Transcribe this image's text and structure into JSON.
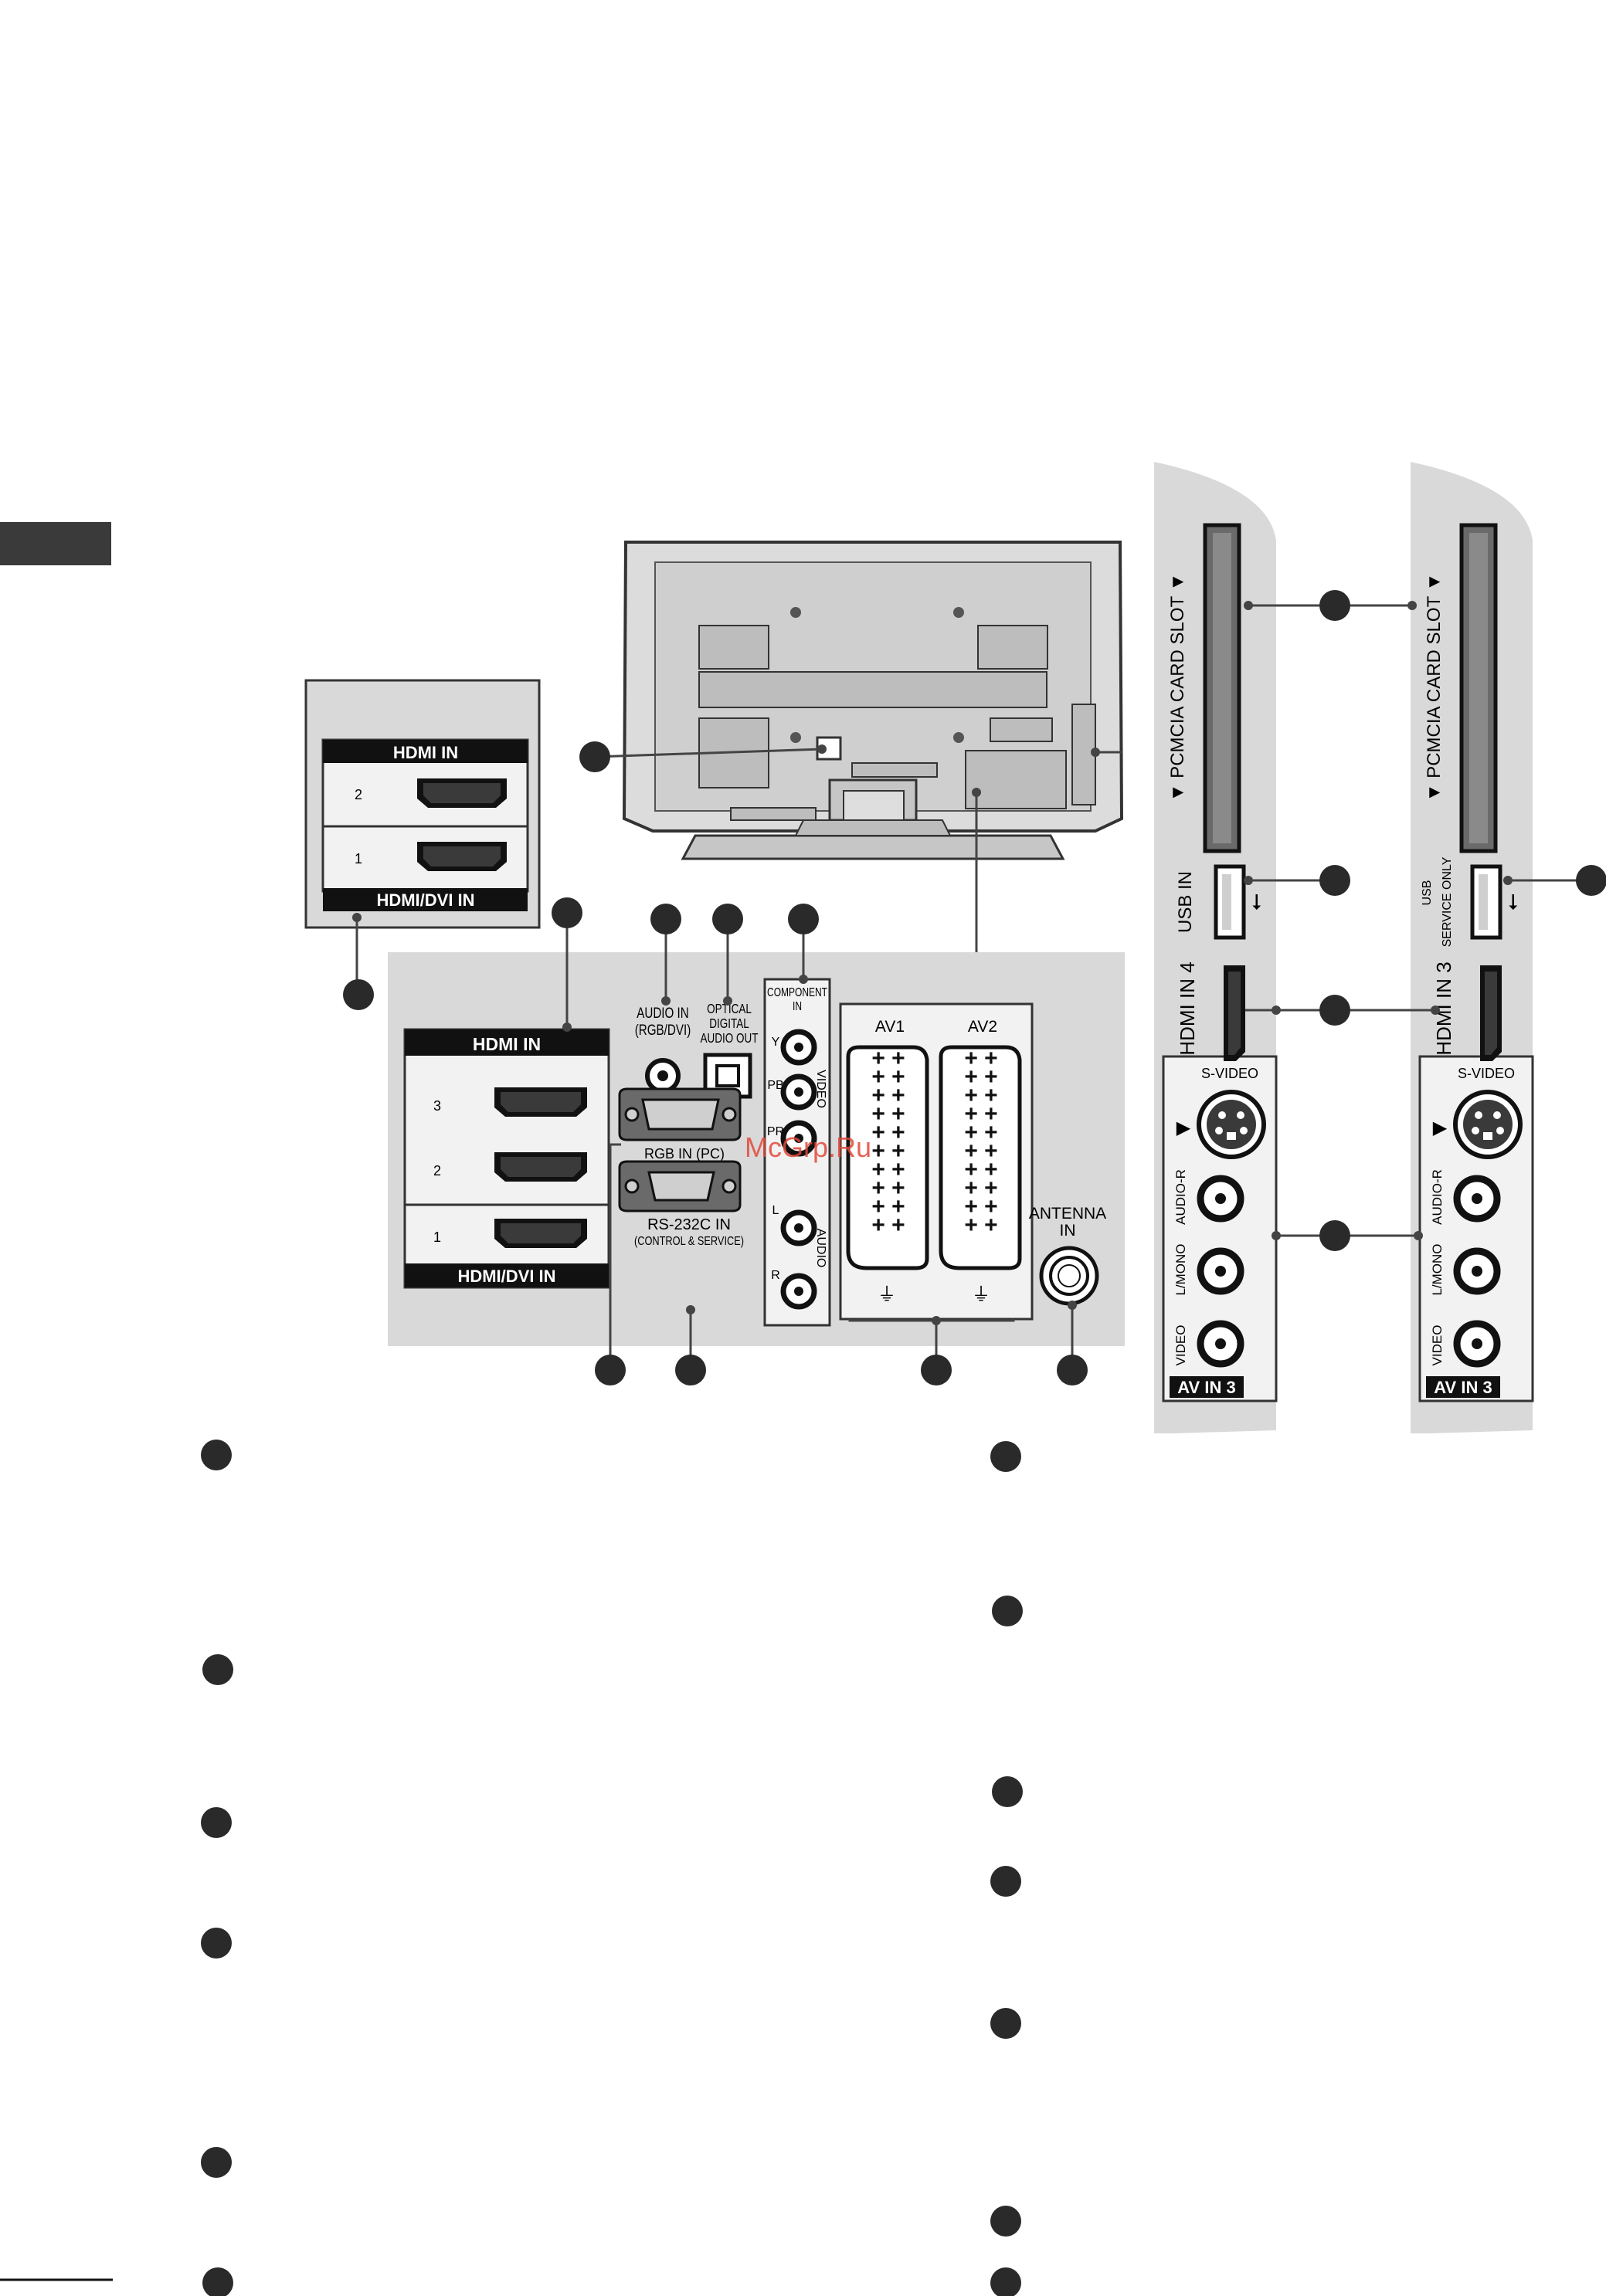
{
  "main_panel": {
    "hdmi_in_header": "HDMI IN",
    "hdmi_dvi_label": "HDMI/DVI IN",
    "hdmi_numbers": [
      "3",
      "2",
      "1"
    ],
    "audio_in_label": [
      "AUDIO IN",
      "(RGB/DVI)"
    ],
    "optical_label": [
      "OPTICAL",
      "DIGITAL",
      "AUDIO OUT"
    ],
    "component_label": [
      "COMPONENT",
      "IN"
    ],
    "component_y": "Y",
    "component_pb": "PB",
    "component_pr": "PR",
    "video_label": "VIDEO",
    "audio_label": "AUDIO",
    "audio_l": "L",
    "audio_r": "R",
    "rgb_label": "RGB IN (PC)",
    "rs232_label": "RS-232C IN",
    "rs232_sub": "(CONTROL & SERVICE)",
    "av1_label": "AV1",
    "av2_label": "AV2",
    "antenna_label": [
      "ANTENNA",
      "IN"
    ]
  },
  "inset_panel": {
    "header": "HDMI IN",
    "footer": "HDMI/DVI IN",
    "numbers": [
      "2",
      "1"
    ]
  },
  "side_panel_a": {
    "pcmcia_label": "▼ PCMCIA CARD SLOT ▼",
    "usb_label": "USB IN",
    "hdmi_label": "HDMI IN 4",
    "svideo_label": "S-VIDEO",
    "audio_r_label": "AUDIO-R",
    "audio_l_label": "L/MONO",
    "video_label": "VIDEO",
    "av_in_label": "AV IN 3"
  },
  "side_panel_b": {
    "pcmcia_label": "▼ PCMCIA CARD SLOT ▼",
    "usb_label": [
      "USB",
      "SERVICE ONLY"
    ],
    "hdmi_label": "HDMI IN 3",
    "svideo_label": "S-VIDEO",
    "audio_r_label": "AUDIO-R",
    "audio_l_label": "L/MONO",
    "video_label": "VIDEO",
    "av_in_label": "AV IN 3"
  },
  "watermark": "McGrp.Ru",
  "colors": {
    "panel_gray": "#d9d9d9",
    "dark_tab": "#3a3a3a",
    "black": "#111111",
    "callout_dot": "#2a2a2a",
    "watermark_red": "#e0483a"
  }
}
